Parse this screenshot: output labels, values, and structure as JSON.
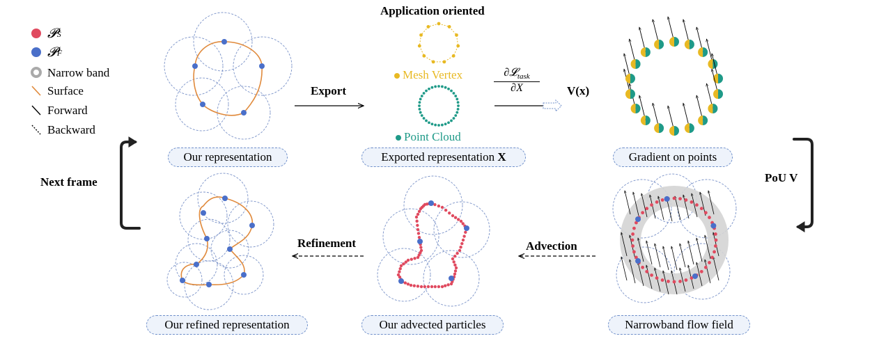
{
  "legend": {
    "ps_label": "𝓟",
    "ps_sub": "S",
    "pf_label": "𝓟",
    "pf_sub": "F",
    "narrow_band": "Narrow band",
    "surface": "Surface",
    "forward": "Forward",
    "backward": "Backward"
  },
  "labels": {
    "application_oriented": "Application oriented",
    "mesh_vertex": "Mesh Vertex",
    "point_cloud": "Point Cloud",
    "export": "Export",
    "gradient_num": "∂𝓛",
    "gradient_num_sub": "task",
    "gradient_den": "∂X",
    "velocity": "V(x)",
    "pou": "PoU V",
    "next_frame": "Next frame",
    "refinement": "Refinement",
    "advection": "Advection"
  },
  "captions": {
    "our_representation": "Our representation",
    "exported_representation": "Exported representation",
    "exported_symbol": "X",
    "gradient_on_points": "Gradient on points",
    "our_refined_representation": "Our refined representation",
    "our_advected_particles": "Our advected particles",
    "narrowband_flow_field": "Narrowband flow field"
  },
  "colors": {
    "red": "#e04a5f",
    "blue": "#4a6fc9",
    "orange": "#e08a3c",
    "yellow": "#e8b923",
    "teal": "#1f9a88",
    "band_gray": "#d4d4d4",
    "circle_dash": "#7a92c8"
  }
}
